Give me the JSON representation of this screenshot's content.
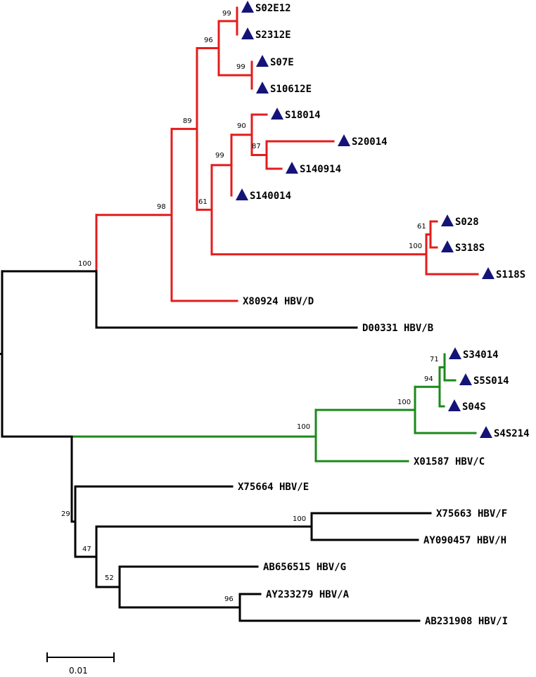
{
  "colors": {
    "red_clade": "#e41c1c",
    "green_clade": "#1a8a1a",
    "default": "#000000",
    "marker": "#141478"
  },
  "marker_icon": "triangle-icon",
  "tree": {
    "leaves": [
      {
        "id": "S02E12",
        "label": "S02E12",
        "marker": true
      },
      {
        "id": "S2312E",
        "label": "S2312E",
        "marker": true
      },
      {
        "id": "S07E",
        "label": "S07E",
        "marker": true
      },
      {
        "id": "S10612E",
        "label": "S10612E",
        "marker": true
      },
      {
        "id": "S18014",
        "label": "S18014",
        "marker": true
      },
      {
        "id": "S20014",
        "label": "S20014",
        "marker": true
      },
      {
        "id": "S140914",
        "label": "S140914",
        "marker": true
      },
      {
        "id": "S140014",
        "label": "S140014",
        "marker": true
      },
      {
        "id": "S028",
        "label": "S028",
        "marker": true
      },
      {
        "id": "S318S",
        "label": "S318S",
        "marker": true
      },
      {
        "id": "S118S",
        "label": "S118S",
        "marker": true
      },
      {
        "id": "X80924",
        "label": "X80924 HBV/D",
        "marker": false
      },
      {
        "id": "D00331",
        "label": "D00331 HBV/B",
        "marker": false
      },
      {
        "id": "S34014",
        "label": "S34014",
        "marker": true
      },
      {
        "id": "S5S014",
        "label": "S5S014",
        "marker": true
      },
      {
        "id": "S04S",
        "label": "S04S",
        "marker": true
      },
      {
        "id": "S4S214",
        "label": "S4S214",
        "marker": true
      },
      {
        "id": "X01587",
        "label": "X01587 HBV/C",
        "marker": false
      },
      {
        "id": "X75664",
        "label": "X75664 HBV/E",
        "marker": false
      },
      {
        "id": "X75663",
        "label": "X75663 HBV/F",
        "marker": false
      },
      {
        "id": "AY090457",
        "label": "AY090457 HBV/H",
        "marker": false
      },
      {
        "id": "AB656515",
        "label": "AB656515 HBV/G",
        "marker": false
      },
      {
        "id": "AY233279",
        "label": "AY233279 HBV/A",
        "marker": false
      },
      {
        "id": "AB231908",
        "label": "AB231908 HBV/I",
        "marker": false
      }
    ],
    "bootstrap": [
      {
        "node": "n_s02_s23",
        "value": "99"
      },
      {
        "node": "n_96",
        "value": "96"
      },
      {
        "node": "n_s07_s10",
        "value": "99"
      },
      {
        "node": "n_89",
        "value": "89"
      },
      {
        "node": "n_90",
        "value": "90"
      },
      {
        "node": "n_87",
        "value": "87"
      },
      {
        "node": "n_99b",
        "value": "99"
      },
      {
        "node": "n_61a",
        "value": "61"
      },
      {
        "node": "n_98",
        "value": "98"
      },
      {
        "node": "n_61b",
        "value": "61"
      },
      {
        "node": "n_100s",
        "value": "100"
      },
      {
        "node": "n_100root",
        "value": "100"
      },
      {
        "node": "n_71",
        "value": "71"
      },
      {
        "node": "n_94",
        "value": "94"
      },
      {
        "node": "n_100c1",
        "value": "100"
      },
      {
        "node": "n_100c2",
        "value": "100"
      },
      {
        "node": "n_29",
        "value": "29"
      },
      {
        "node": "n_100fh",
        "value": "100"
      },
      {
        "node": "n_47",
        "value": "47"
      },
      {
        "node": "n_52",
        "value": "52"
      },
      {
        "node": "n_96b",
        "value": "96"
      }
    ]
  },
  "scale_bar": {
    "label": "0.01"
  }
}
